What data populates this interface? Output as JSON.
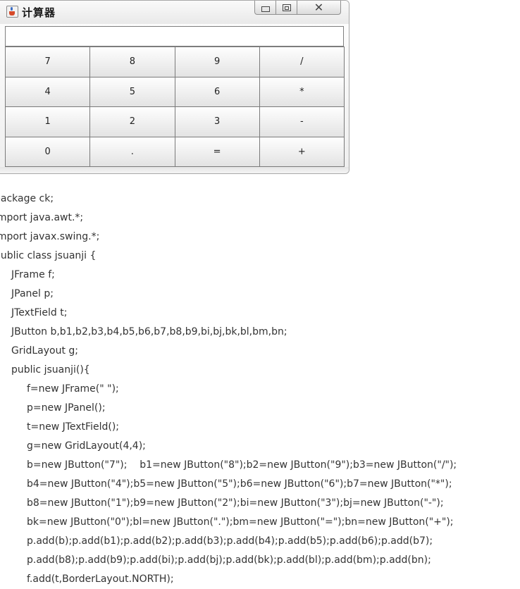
{
  "window": {
    "title": "计算器",
    "controls": {
      "minimize": "minimize",
      "maximize": "maximize",
      "close": "✕"
    },
    "display": {
      "value": ""
    },
    "keys": [
      "7",
      "8",
      "9",
      "/",
      "4",
      "5",
      "6",
      "*",
      "1",
      "2",
      "3",
      "-",
      "0",
      ".",
      "=",
      "+"
    ]
  },
  "code": {
    "lines": [
      {
        "text": "package ck;",
        "indent": 0
      },
      {
        "text": "import java.awt.*;",
        "indent": 0
      },
      {
        "text": "import javax.swing.*;",
        "indent": 0
      },
      {
        "text": "public class jsuanji {",
        "indent": 0
      },
      {
        "text": "JFrame f;",
        "indent": 1
      },
      {
        "text": "JPanel p;",
        "indent": 1
      },
      {
        "text": "JTextField t;",
        "indent": 1
      },
      {
        "text": "JButton b,b1,b2,b3,b4,b5,b6,b7,b8,b9,bi,bj,bk,bl,bm,bn;",
        "indent": 1
      },
      {
        "text": "GridLayout g;",
        "indent": 1
      },
      {
        "text": "public jsuanji(){",
        "indent": 1
      },
      {
        "text": "f=new JFrame(\" \");",
        "indent": 2
      },
      {
        "text": "p=new JPanel();",
        "indent": 2
      },
      {
        "text": "t=new JTextField();",
        "indent": 2
      },
      {
        "text": "g=new GridLayout(4,4);",
        "indent": 2
      },
      {
        "text": "b=new JButton(\"7\");    b1=new JButton(\"8\");b2=new JButton(\"9\");b3=new JButton(\"/\");",
        "indent": 2
      },
      {
        "text": "b4=new JButton(\"4\");b5=new JButton(\"5\");b6=new JButton(\"6\");b7=new JButton(\"*\");",
        "indent": 2
      },
      {
        "text": "b8=new JButton(\"1\");b9=new JButton(\"2\");bi=new JButton(\"3\");bj=new JButton(\"-\");",
        "indent": 2
      },
      {
        "text": "bk=new JButton(\"0\");bl=new JButton(\".\");bm=new JButton(\"=\");bn=new JButton(\"+\");",
        "indent": 2
      },
      {
        "text": "p.add(b);p.add(b1);p.add(b2);p.add(b3);p.add(b4);p.add(b5);p.add(b6);p.add(b7);",
        "indent": 2
      },
      {
        "text": "p.add(b8);p.add(b9);p.add(bi);p.add(bj);p.add(bk);p.add(bl);p.add(bm);p.add(bn);",
        "indent": 2
      },
      {
        "text": "f.add(t,BorderLayout.NORTH);",
        "indent": 2
      }
    ]
  }
}
